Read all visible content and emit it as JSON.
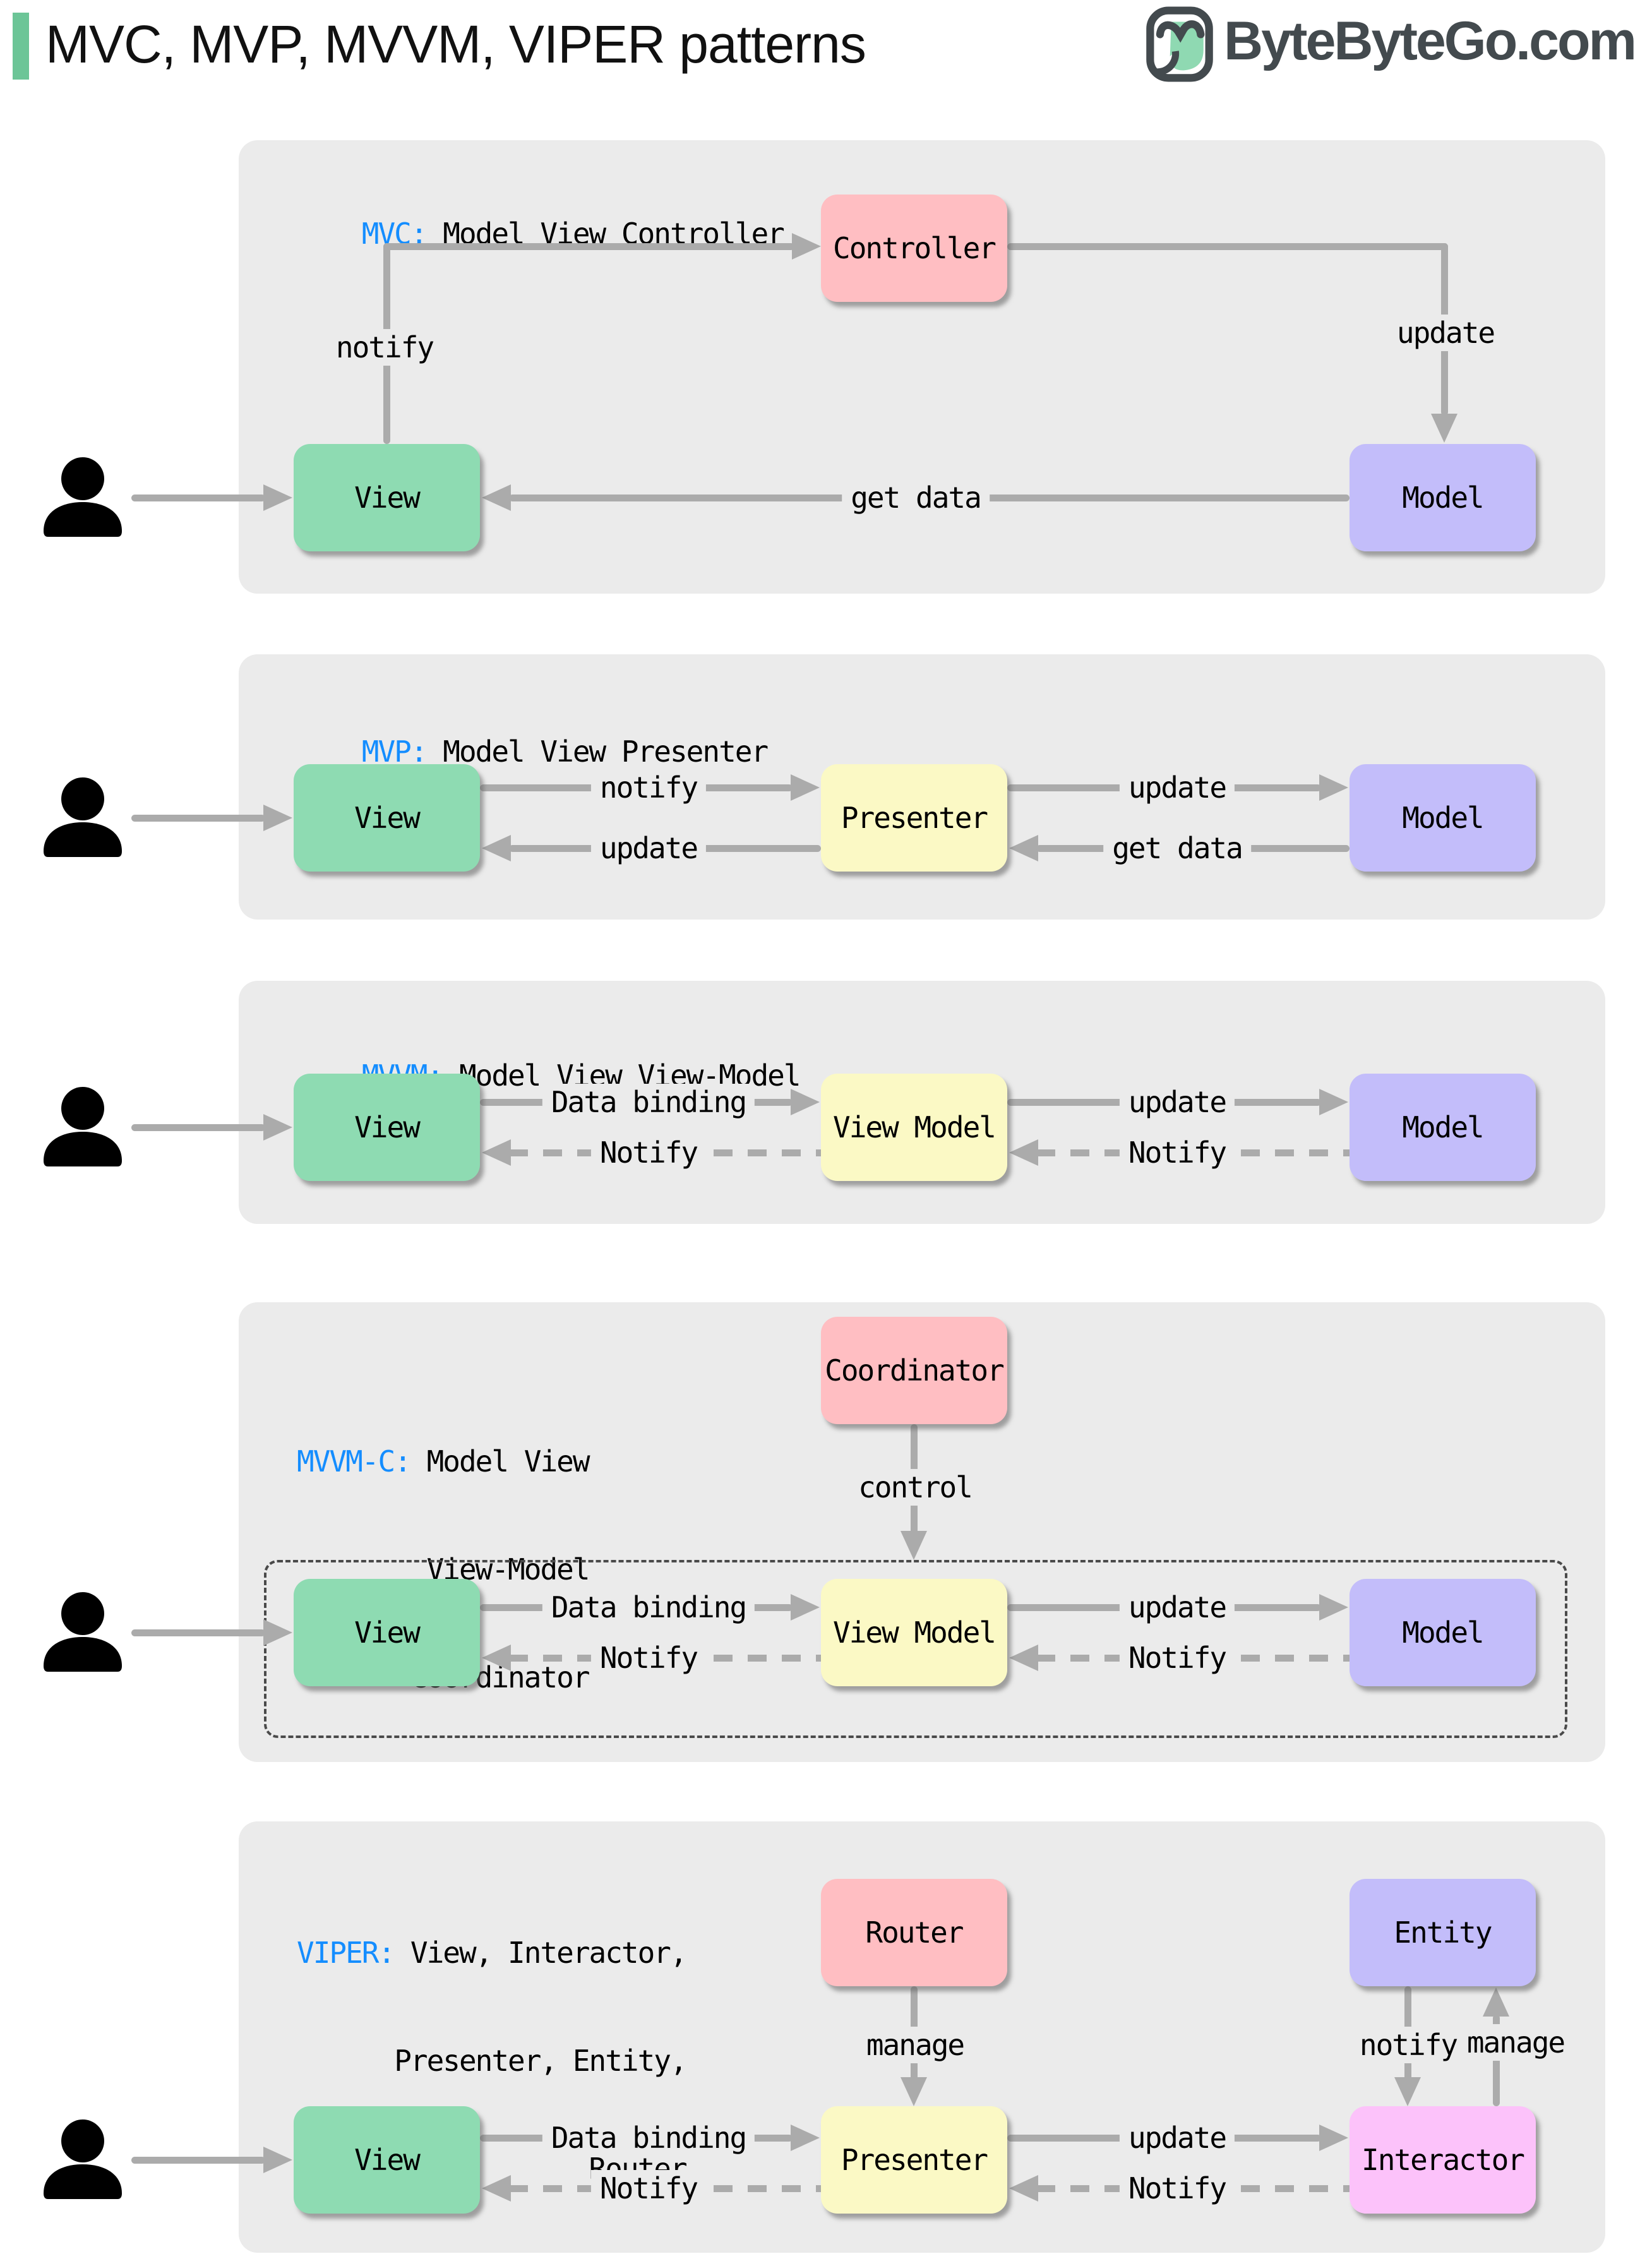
{
  "colors": {
    "accent_blue": "#148dff",
    "panel_bg": "#ebebeb",
    "arrow_gray": "#ababab",
    "green_box": "#8edbb2",
    "pink_box": "#ffbec2",
    "purple_box": "#c3bdfa",
    "yellow_box": "#fbf9c5",
    "magenta_box": "#fcc2fa",
    "title_bar_green": "#6cc597",
    "logo_gray": "#434a4e",
    "dash_border": "#4a4a4a"
  },
  "header": {
    "title": "MVC, MVP, MVVM, VIPER patterns",
    "brand": "ByteByteGo.com"
  },
  "mvc": {
    "keyword": "MVC:",
    "name": "Model View Controller",
    "boxes": {
      "controller": "Controller",
      "view": "View",
      "model": "Model"
    },
    "labels": {
      "notify": "notify",
      "update": "update",
      "get_data": "get data"
    }
  },
  "mvp": {
    "keyword": "MVP:",
    "name": "Model View Presenter",
    "boxes": {
      "view": "View",
      "presenter": "Presenter",
      "model": "Model"
    },
    "labels": {
      "notify": "notify",
      "update_to_view": "update",
      "update_to_model": "update",
      "get_data": "get data"
    }
  },
  "mvvm": {
    "keyword": "MVVM:",
    "name": "Model View View-Model",
    "boxes": {
      "view": "View",
      "view_model": "View Model",
      "model": "Model"
    },
    "labels": {
      "data_binding": "Data binding",
      "update": "update",
      "notify_to_view": "Notify",
      "notify_to_view_model": "Notify"
    }
  },
  "mvvmc": {
    "keyword": "MVVM-C:",
    "name_line1": "Model View",
    "name_line2": "View-Model",
    "name_line3": "Coordinator",
    "boxes": {
      "coordinator": "Coordinator",
      "view": "View",
      "view_model": "View Model",
      "model": "Model"
    },
    "labels": {
      "control": "control",
      "data_binding": "Data binding",
      "update": "update",
      "notify_to_view": "Notify",
      "notify_to_view_model": "Notify"
    }
  },
  "viper": {
    "keyword": "VIPER:",
    "name_line1": "View, Interactor,",
    "name_line2": "Presenter, Entity,",
    "name_line3": "Router",
    "boxes": {
      "router": "Router",
      "entity": "Entity",
      "view": "View",
      "presenter": "Presenter",
      "interactor": "Interactor"
    },
    "labels": {
      "manage_router": "manage",
      "notify_entity": "notify",
      "manage_entity": "manage",
      "data_binding": "Data binding",
      "update": "update",
      "notify_to_view": "Notify",
      "notify_to_presenter": "Notify"
    }
  }
}
